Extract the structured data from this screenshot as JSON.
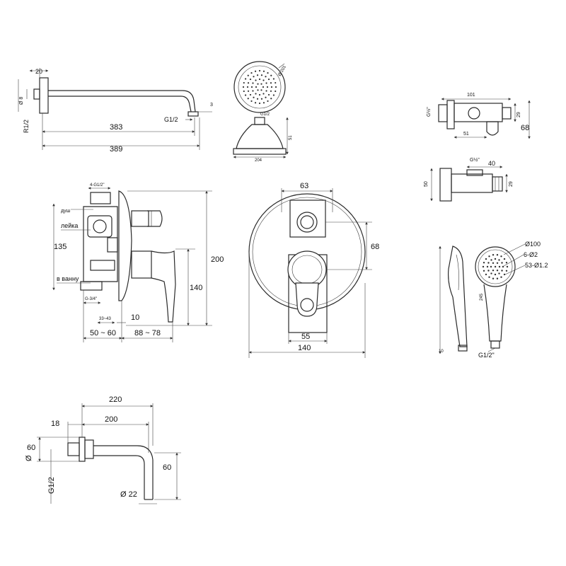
{
  "arm": {
    "d20": "20",
    "phi8": "Ø 8",
    "r12": "R1/2",
    "g12": "G1/2",
    "l383": "383",
    "l389": "389",
    "three": "3"
  },
  "head": {
    "d201": "Ø 201",
    "g12": "G1/2",
    "w204": "204",
    "h51": "51"
  },
  "holder": {
    "w101": "101",
    "h68": "68",
    "w51": "51",
    "h29a": "29",
    "g12a": "G½\"",
    "w40": "40",
    "h50": "50",
    "h29b": "29",
    "g12b": "G½\""
  },
  "mixer_side": {
    "top_g": "4-G1/2\"",
    "dush": "душ",
    "leyka": "лейка",
    "vvannu": "в ванну",
    "h135": "135",
    "g34": "G-3/4\"",
    "r3343": "33~43",
    "d10": "10",
    "r5060": "50 ~ 60",
    "r8878": "88 ~ 78",
    "h200": "200",
    "h140": "140"
  },
  "mixer_front": {
    "w63": "63",
    "h68": "68",
    "w55": "55",
    "w140": "140"
  },
  "shower": {
    "d100": "Ø100",
    "holes6": "6-Ø2",
    "holes53": "53-Ø1.2",
    "l245": "245",
    "d10": "10",
    "g12": "G1/2\""
  },
  "spout": {
    "w220": "220",
    "w200": "200",
    "w18": "18",
    "d60": "60",
    "phi": "Ø",
    "h60": "60",
    "g12": "G1/2",
    "d22": "Ø 22"
  }
}
